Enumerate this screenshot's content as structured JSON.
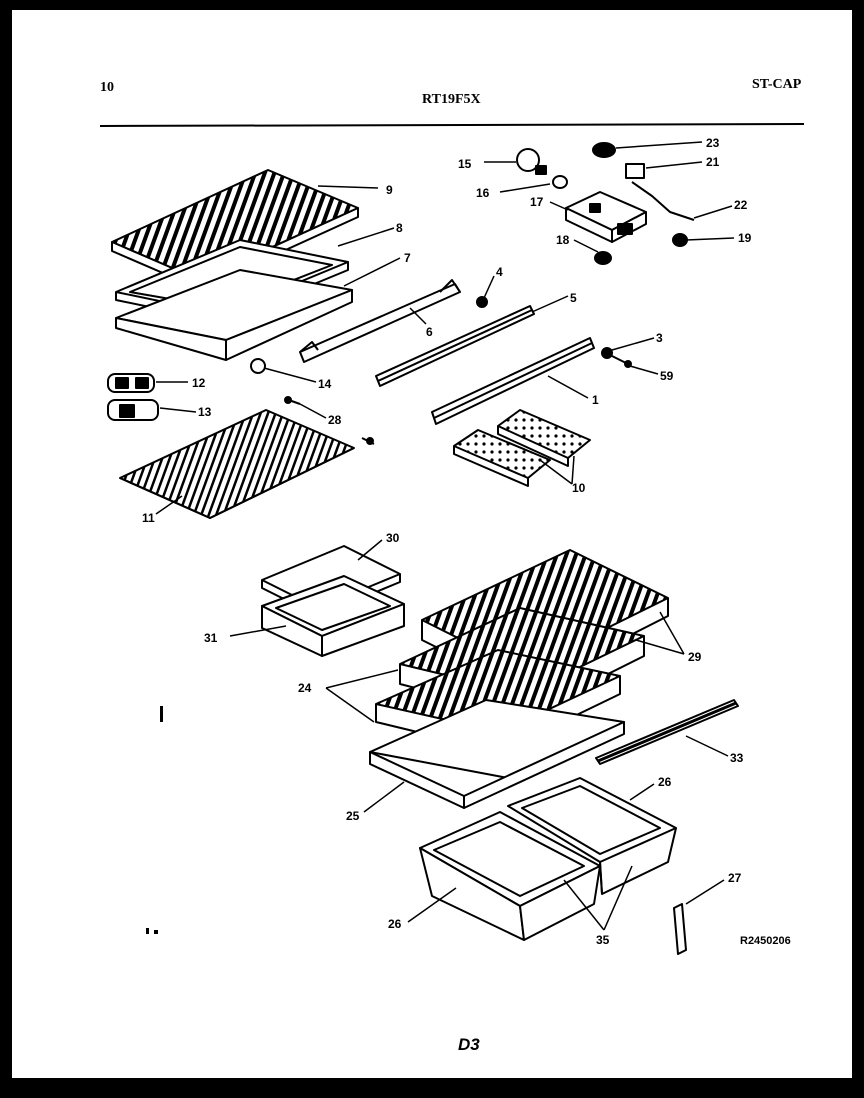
{
  "header": {
    "page_number": "10",
    "model": "RT19F5X",
    "section": "ST-CAP"
  },
  "callouts": [
    "1",
    "3",
    "4",
    "5",
    "6",
    "7",
    "8",
    "9",
    "10",
    "11",
    "12",
    "13",
    "14",
    "15",
    "16",
    "17",
    "18",
    "19",
    "21",
    "22",
    "23",
    "24",
    "25",
    "26",
    "27",
    "28",
    "29",
    "30",
    "31",
    "33",
    "35",
    "59"
  ],
  "reference_code": "R2450206",
  "page_code": "D3",
  "colors": {
    "ink": "#000000",
    "paper": "#ffffff",
    "border": "#000000"
  }
}
